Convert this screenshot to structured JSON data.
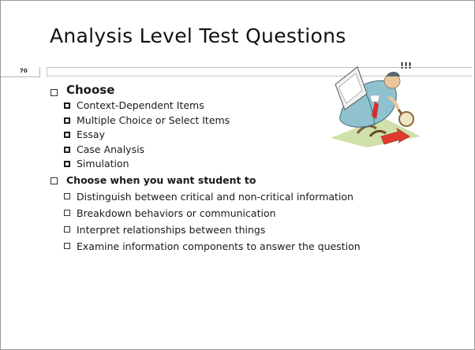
{
  "slide": {
    "title": "Analysis Level Test Questions",
    "slide_number": "70",
    "clipart_icon": "detective-with-magnifying-glass-icon",
    "sections": [
      {
        "heading": "Choose",
        "items": [
          "Context-Dependent Items",
          "Multiple Choice or Select Items",
          "Essay",
          "Case Analysis",
          "Simulation"
        ]
      },
      {
        "heading": "Choose when you want student to",
        "items": [
          "Distinguish between critical and non-critical information",
          "Breakdown behaviors or communication",
          "Interpret relationships between things",
          "Examine information components to answer the question"
        ]
      }
    ]
  }
}
